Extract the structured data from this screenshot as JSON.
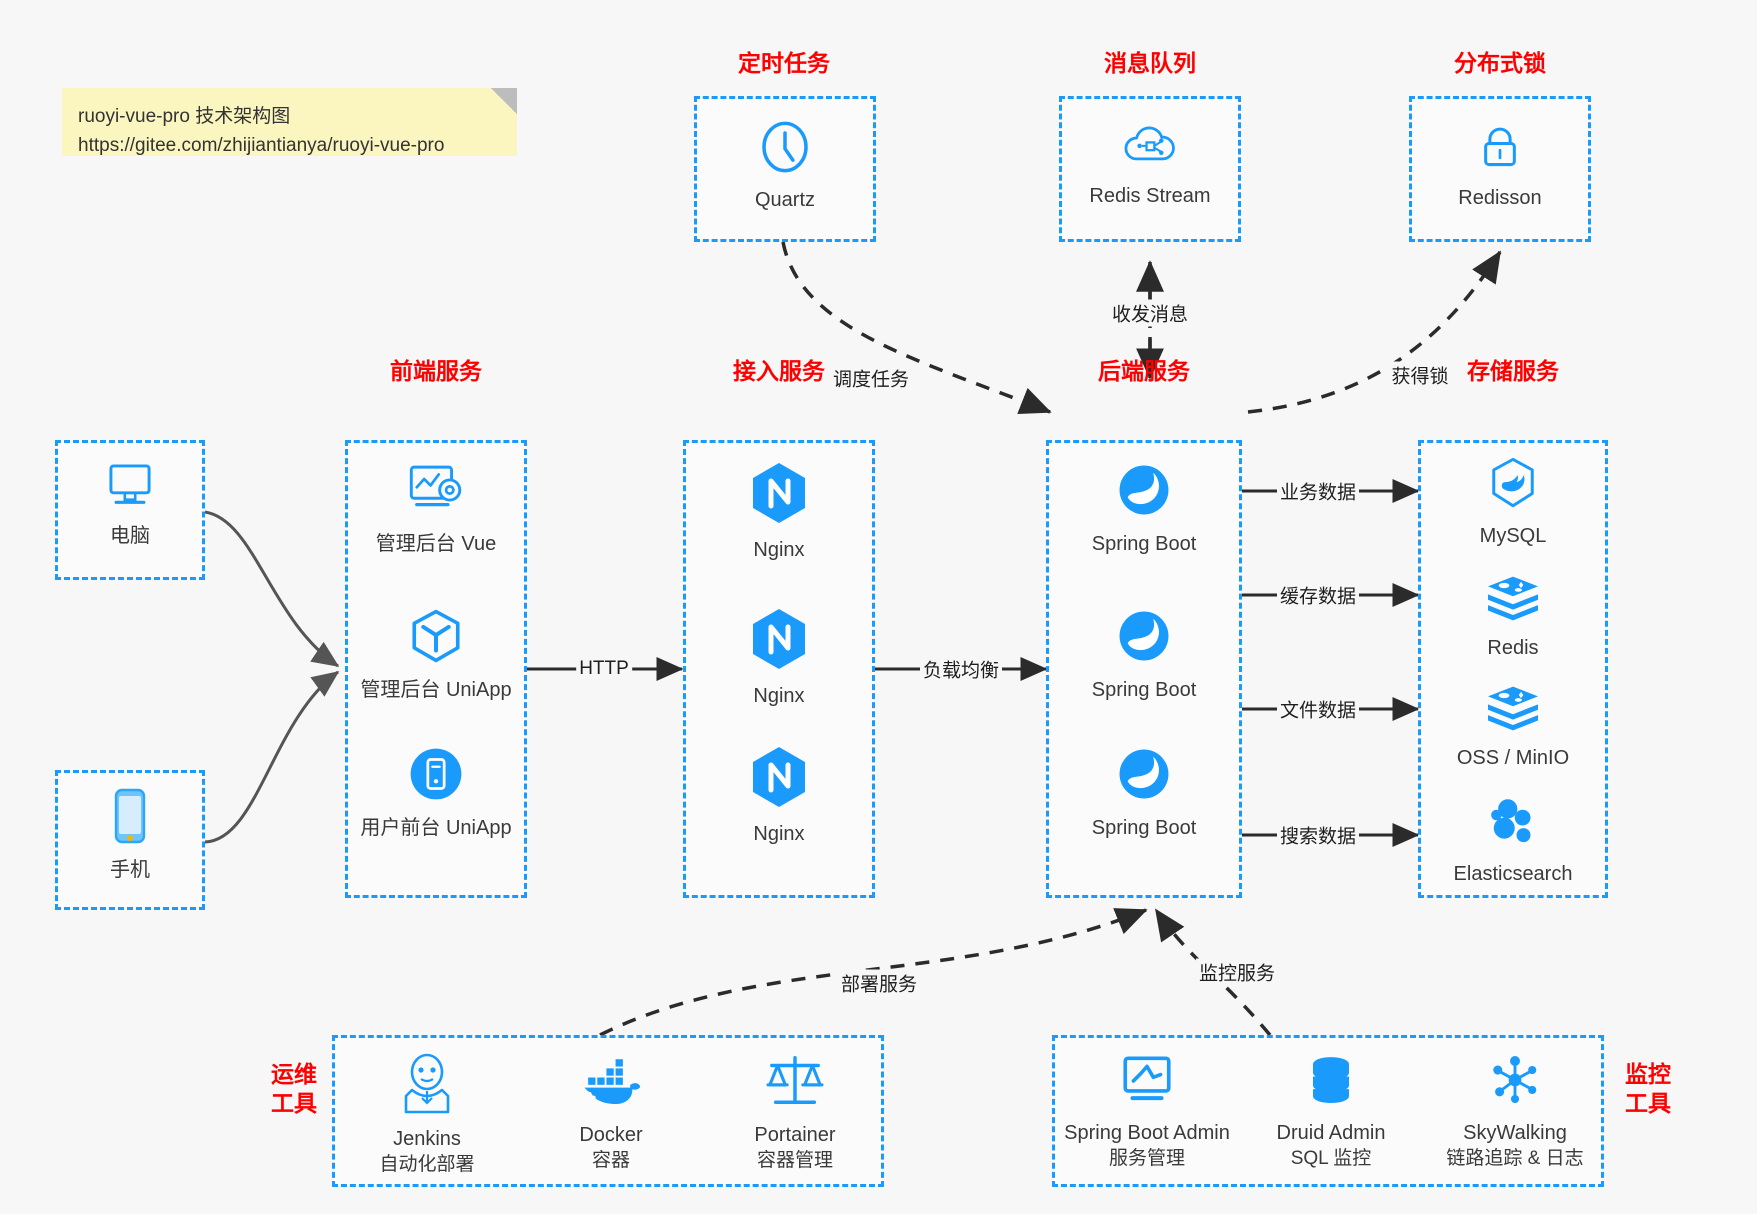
{
  "note": {
    "line1": "ruoyi-vue-pro 技术架构图",
    "line2": "https://gitee.com/zhijiantianya/ruoyi-vue-pro"
  },
  "colors": {
    "accent": "#1a9bfc",
    "group_border": "#1a9bfc",
    "group_title": "#ff0000",
    "background": "#f7f7f7",
    "edge": "#2b2b2b",
    "note_bg": "#fbf6bf"
  },
  "groups": {
    "scheduled_task": {
      "title": "定时任务",
      "nodes": [
        {
          "label": "Quartz",
          "icon": "clock-icon"
        }
      ]
    },
    "message_queue": {
      "title": "消息队列",
      "nodes": [
        {
          "label": "Redis Stream",
          "icon": "cloud-network-icon"
        }
      ]
    },
    "distributed_lock": {
      "title": "分布式锁",
      "nodes": [
        {
          "label": "Redisson",
          "icon": "lock-icon"
        }
      ]
    },
    "client_pc": {
      "title": "",
      "nodes": [
        {
          "label": "电脑",
          "icon": "desktop-icon"
        }
      ]
    },
    "client_mobile": {
      "title": "",
      "nodes": [
        {
          "label": "手机",
          "icon": "phone-icon"
        }
      ]
    },
    "frontend": {
      "title": "前端服务",
      "nodes": [
        {
          "label": "管理后台 Vue",
          "icon": "dashboard-gear-icon"
        },
        {
          "label": "管理后台 UniApp",
          "icon": "cube-icon"
        },
        {
          "label": "用户前台 UniApp",
          "icon": "mobile-circle-icon"
        }
      ]
    },
    "access": {
      "title": "接入服务",
      "nodes": [
        {
          "label": "Nginx",
          "icon": "nginx-icon"
        },
        {
          "label": "Nginx",
          "icon": "nginx-icon"
        },
        {
          "label": "Nginx",
          "icon": "nginx-icon"
        }
      ]
    },
    "backend": {
      "title": "后端服务",
      "nodes": [
        {
          "label": "Spring Boot",
          "icon": "spring-leaf-icon"
        },
        {
          "label": "Spring Boot",
          "icon": "spring-leaf-icon"
        },
        {
          "label": "Spring Boot",
          "icon": "spring-leaf-icon"
        }
      ]
    },
    "storage": {
      "title": "存储服务",
      "nodes": [
        {
          "label": "MySQL",
          "icon": "mysql-dolphin-icon"
        },
        {
          "label": "Redis",
          "icon": "redis-stack-icon"
        },
        {
          "label": "OSS / MinIO",
          "icon": "redis-stack-icon"
        },
        {
          "label": "Elasticsearch",
          "icon": "elasticsearch-icon"
        }
      ]
    },
    "devops": {
      "title": "运维\n工具",
      "title_line1": "运维",
      "title_line2": "工具",
      "nodes": [
        {
          "label": "Jenkins",
          "sub": "自动化部署",
          "icon": "jenkins-butler-icon"
        },
        {
          "label": "Docker",
          "sub": "容器",
          "icon": "docker-whale-icon"
        },
        {
          "label": "Portainer",
          "sub": "容器管理",
          "icon": "scales-icon"
        }
      ]
    },
    "monitor": {
      "title_line1": "监控",
      "title_line2": "工具",
      "nodes": [
        {
          "label": "Spring Boot Admin",
          "sub": "服务管理",
          "icon": "monitor-chart-icon"
        },
        {
          "label": "Druid Admin",
          "sub": "SQL 监控",
          "icon": "database-icon"
        },
        {
          "label": "SkyWalking",
          "sub": "链路追踪 & 日志",
          "icon": "skywalking-icon"
        }
      ]
    }
  },
  "edges": [
    {
      "name": "schedule-task",
      "label": "调度任务"
    },
    {
      "name": "send-receive-message",
      "label": "收发消息"
    },
    {
      "name": "acquire-lock",
      "label": "获得锁"
    },
    {
      "name": "http",
      "label": "HTTP"
    },
    {
      "name": "load-balance",
      "label": "负载均衡"
    },
    {
      "name": "business-data",
      "label": "业务数据"
    },
    {
      "name": "cache-data",
      "label": "缓存数据"
    },
    {
      "name": "file-data",
      "label": "文件数据"
    },
    {
      "name": "search-data",
      "label": "搜索数据"
    },
    {
      "name": "deploy-service",
      "label": "部署服务"
    },
    {
      "name": "monitor-service",
      "label": "监控服务"
    }
  ]
}
